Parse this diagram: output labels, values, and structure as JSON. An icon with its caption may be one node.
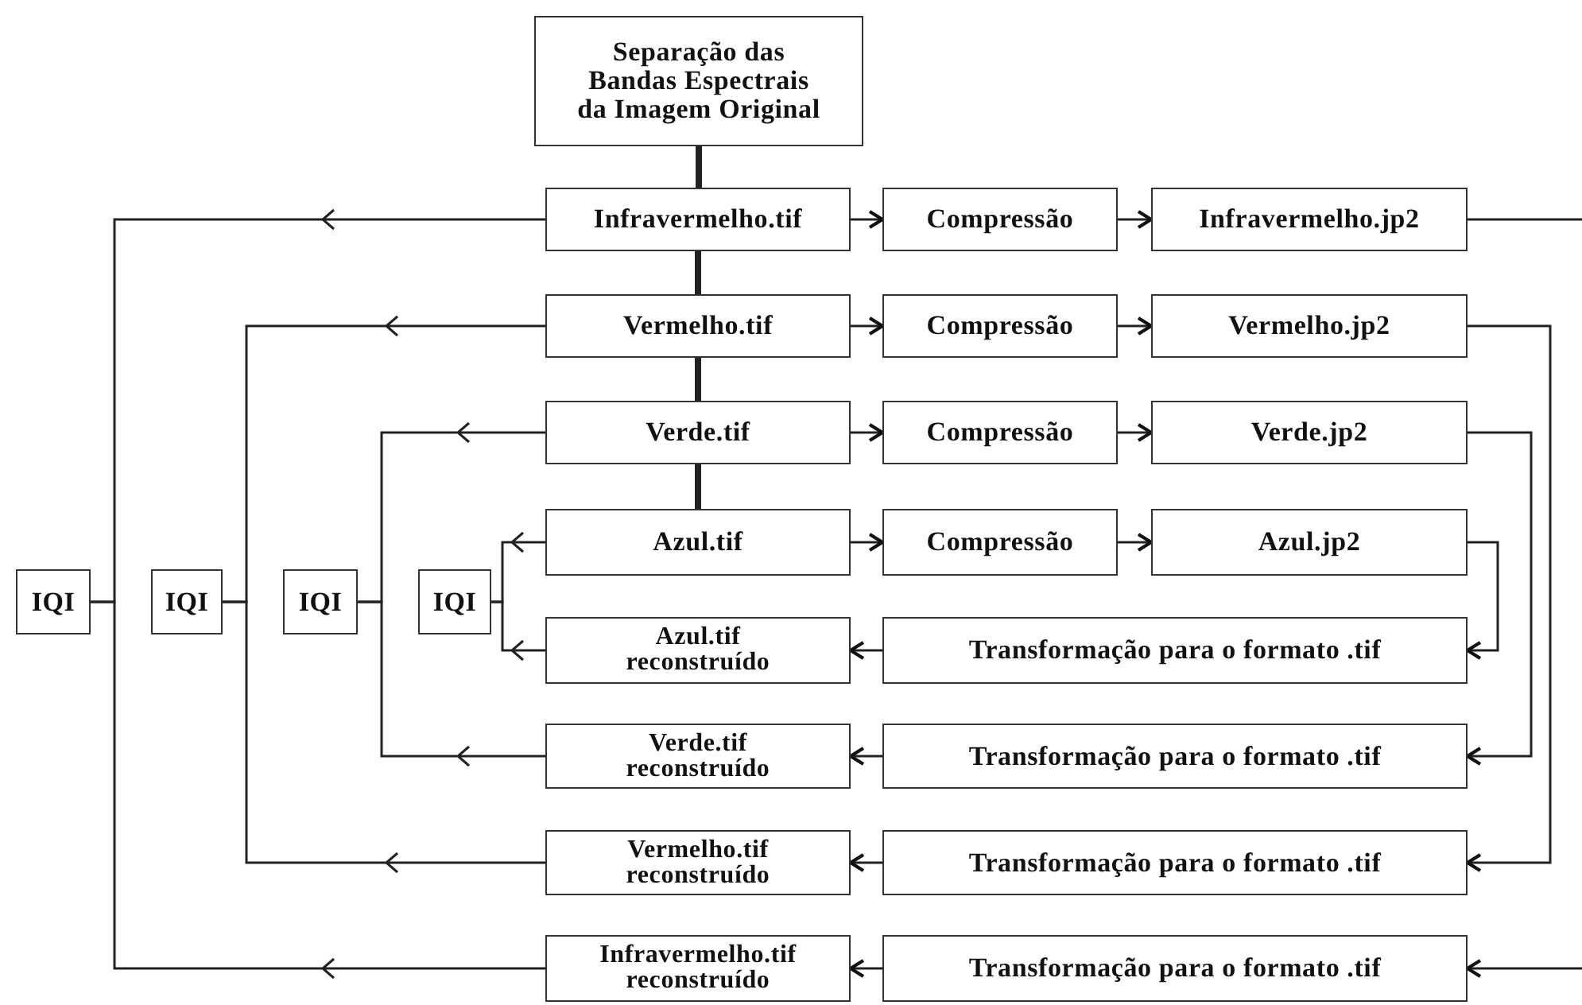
{
  "diagram": {
    "nodes": [
      {
        "text": [
          "Separação das Bandas Espectrais da Imagem Original"
        ]
      },
      {
        "text": [
          "Infravermelho.tif"
        ]
      },
      {
        "text": [
          "Compressão"
        ]
      },
      {
        "text": [
          "Infravermelho.jp2"
        ]
      },
      {
        "text": [
          "Vermelho.tif"
        ]
      },
      {
        "text": [
          "Compressão"
        ]
      },
      {
        "text": [
          "Vermelho.jp2"
        ]
      },
      {
        "text": [
          "Verde.tif"
        ]
      },
      {
        "text": [
          "Compressão"
        ]
      },
      {
        "text": [
          "Verde.jp2"
        ]
      },
      {
        "text": [
          "Azul.tif"
        ]
      },
      {
        "text": [
          "Compressão"
        ]
      },
      {
        "text": [
          "Azul.jp2"
        ]
      },
      {
        "text": [
          "IQI"
        ]
      },
      {
        "text": [
          "IQI"
        ]
      },
      {
        "text": [
          "IQI"
        ]
      },
      {
        "text": [
          "IQI"
        ]
      },
      {
        "text": [
          "Azul.tif reconstruído"
        ]
      },
      {
        "text": [
          "Transformação para o formato .tif"
        ]
      },
      {
        "text": [
          "Verde.tif reconstruído"
        ]
      },
      {
        "text": [
          "Transformação para o formato .tif"
        ]
      },
      {
        "text": [
          "Vermelho.tif reconstruído"
        ]
      },
      {
        "text": [
          "Transformação para o formato .tif"
        ]
      },
      {
        "text": [
          "Infravermelho.tif reconstruído"
        ]
      },
      {
        "text": [
          "Transformação para o formato .tif"
        ]
      }
    ],
    "edges": [
      {
        "from": 0,
        "to": 1,
        "arrow": "none",
        "style": "thick"
      },
      {
        "from": 1,
        "to": 4,
        "arrow": "none",
        "style": "thick"
      },
      {
        "from": 4,
        "to": 7,
        "arrow": "none",
        "style": "thick"
      },
      {
        "from": 7,
        "to": 10,
        "arrow": "none",
        "style": "thick"
      },
      {
        "from": 1,
        "to": 2,
        "arrow": "to"
      },
      {
        "from": 2,
        "to": 3,
        "arrow": "to"
      },
      {
        "from": 4,
        "to": 5,
        "arrow": "to"
      },
      {
        "from": 5,
        "to": 6,
        "arrow": "to"
      },
      {
        "from": 7,
        "to": 8,
        "arrow": "to"
      },
      {
        "from": 8,
        "to": 9,
        "arrow": "to"
      },
      {
        "from": 10,
        "to": 11,
        "arrow": "to"
      },
      {
        "from": 11,
        "to": 12,
        "arrow": "to"
      },
      {
        "from": 3,
        "to": null,
        "arrow": "none"
      },
      {
        "from": 6,
        "to": 22,
        "arrow": "to"
      },
      {
        "from": 9,
        "to": 20,
        "arrow": "to"
      },
      {
        "from": 12,
        "to": 18,
        "arrow": "to"
      },
      {
        "from": null,
        "to": 24,
        "arrow": "to"
      },
      {
        "from": 18,
        "to": 17,
        "arrow": "to"
      },
      {
        "from": 20,
        "to": 19,
        "arrow": "to"
      },
      {
        "from": 22,
        "to": 21,
        "arrow": "to"
      },
      {
        "from": 24,
        "to": 23,
        "arrow": "to"
      },
      {
        "from": 1,
        "to": 13,
        "arrow": "to"
      },
      {
        "from": 23,
        "to": 13,
        "arrow": "to"
      },
      {
        "from": 4,
        "to": 14,
        "arrow": "to"
      },
      {
        "from": 21,
        "to": 14,
        "arrow": "to"
      },
      {
        "from": 7,
        "to": 15,
        "arrow": "to"
      },
      {
        "from": 19,
        "to": 15,
        "arrow": "to"
      },
      {
        "from": 10,
        "to": 16,
        "arrow": "to"
      },
      {
        "from": 17,
        "to": 16,
        "arrow": "to"
      }
    ]
  }
}
